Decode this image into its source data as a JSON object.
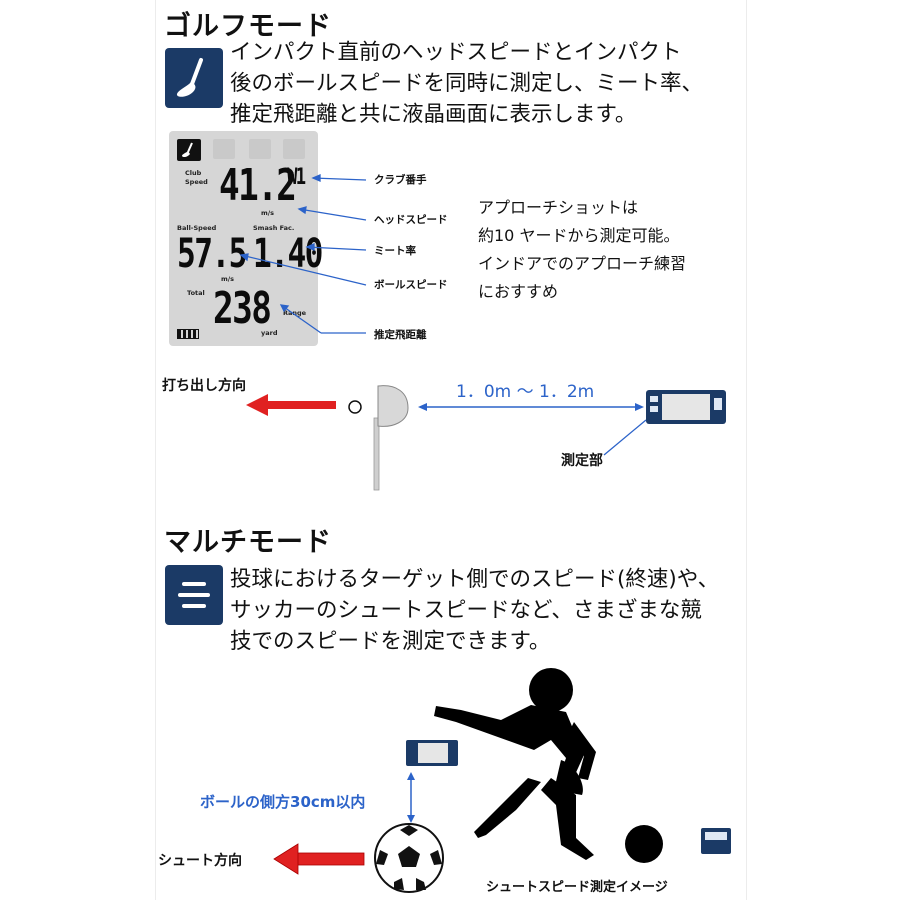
{
  "golf_mode": {
    "heading": "ゴルフモード",
    "icon": "golf-club-icon",
    "description": [
      "インパクト直前のヘッドスピードとインパクト",
      "後のボールスピードを同時に測定し、ミート率、",
      "推定飛距離と共に液晶画面に表示します。"
    ],
    "display": {
      "club_speed_label_1": "Club",
      "club_speed_label_2": "Speed",
      "club_speed": "41.2",
      "club_number": "W1",
      "ball_speed_label": "Ball-Speed",
      "ball_speed": "57.5",
      "smash_factor_label": "Smash Fac.",
      "smash_factor": "1.40",
      "total_label": "Total",
      "total_distance": "238",
      "range_label": "Range",
      "unit_ms": "m/s",
      "unit_yard": "yard"
    },
    "callouts": {
      "club_number": "クラブ番手",
      "head_speed": "ヘッドスピード",
      "smash_factor": "ミート率",
      "ball_speed": "ボールスピード",
      "estimated_distance": "推定飛距離"
    },
    "approach_note": [
      "アプローチショットは",
      "約10 ヤードから測定可能。",
      "インドアでのアプローチ練習",
      "におすすめ"
    ],
    "diagram": {
      "launch_direction": "打ち出し方向",
      "distance": "1．0m ～ 1．2m",
      "sensor_label": "測定部"
    }
  },
  "multi_mode": {
    "heading": "マルチモード",
    "icon": "multi-lines-icon",
    "description": [
      "投球におけるターゲット側でのスピード(終速)や、",
      "サッカーのシュートスピードなど、さまざまな競",
      "技でのスピードを測定できます。"
    ],
    "diagram": {
      "side_distance": "ボールの側方30cm以内",
      "shoot_direction": "シュート方向",
      "caption": "シュートスピード測定イメージ"
    }
  },
  "colors": {
    "navy": "#1b3a66",
    "arrow_red": "#e02121",
    "line_blue": "#2c63c9"
  }
}
